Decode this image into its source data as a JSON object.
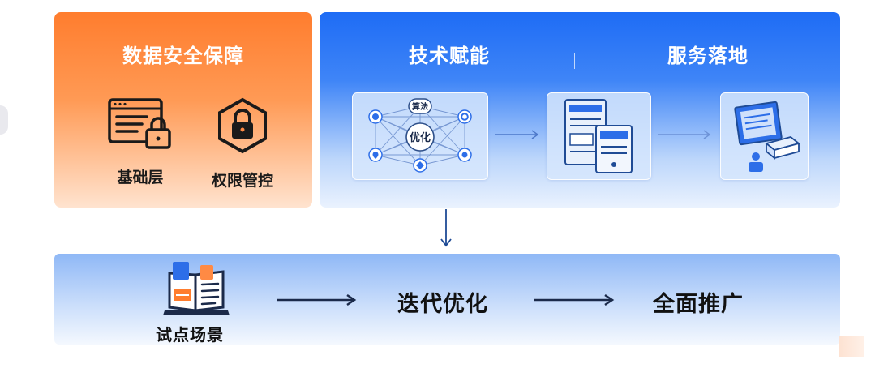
{
  "security": {
    "title": "数据安全保障",
    "items": [
      {
        "label": "基础层",
        "icon": "document-lock-icon"
      },
      {
        "label": "权限管控",
        "icon": "hexagon-lock-icon"
      }
    ]
  },
  "tech": {
    "title_left": "技术赋能",
    "title_right": "服务落地",
    "network": {
      "top_node": "算法",
      "center_node": "优化"
    }
  },
  "bottom": {
    "pilot_label": "试点场景",
    "step2": "迭代优化",
    "step3": "全面推广"
  },
  "colors": {
    "orange": "#ff7d2e",
    "blue": "#1e6cf5",
    "navy": "#1b2a4a"
  }
}
